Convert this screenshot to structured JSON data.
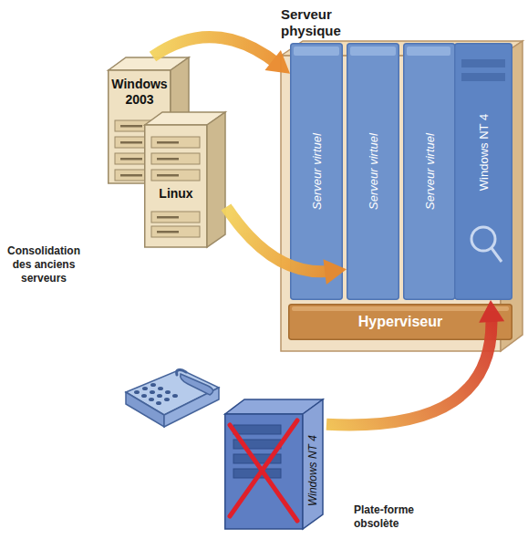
{
  "diagram": {
    "nodes": [
      {
        "text": [
          "Serveur physique"
        ]
      },
      {
        "text": [
          "Serveur virtuel"
        ],
        "in": 0
      },
      {
        "text": [
          "Serveur virtuel"
        ],
        "in": 0
      },
      {
        "text": [
          "Serveur virtuel",
          "Windows NT 4"
        ],
        "in": 0
      },
      {
        "text": [
          "Hyperviseur"
        ],
        "in": 0
      },
      {
        "text": [
          "Windows 2003"
        ]
      },
      {
        "text": [
          "Linux"
        ]
      },
      {
        "text": [
          "Windows NT 4"
        ]
      }
    ],
    "edges": [
      {
        "from": 5,
        "to": 1,
        "arrow": "to"
      },
      {
        "from": 6,
        "to": 2,
        "arrow": "to"
      },
      {
        "from": 7,
        "to": 3,
        "arrow": "to"
      }
    ],
    "labels": [
      "Consolidation des anciens serveurs",
      "Plate-forme obsolète"
    ]
  }
}
